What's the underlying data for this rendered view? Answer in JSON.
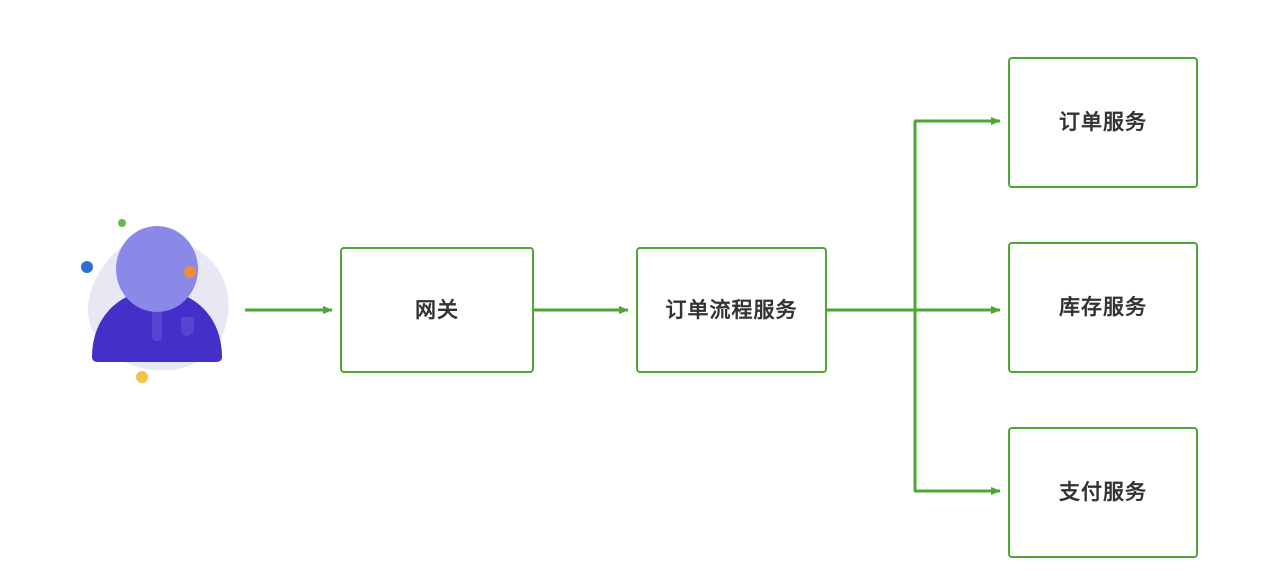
{
  "diagram": {
    "title": "",
    "type": "flowchart",
    "orientation": "left-to-right",
    "colors": {
      "edge": "#4ca832",
      "node_border": "#4ca832",
      "node_fill": "#ffffff",
      "label_text": "#333333",
      "background": "#ffffff",
      "avatar_body": "#4431c8",
      "avatar_head": "#8a89e8",
      "avatar_blob": "#e6e5f5",
      "dot_green": "#64b949",
      "dot_blue": "#2f6fd0",
      "dot_orange": "#f08a3c",
      "dot_yellow": "#f5c244"
    },
    "actor": {
      "name": "user-avatar",
      "label": ""
    },
    "nodes": [
      {
        "id": "gateway",
        "label": "网关"
      },
      {
        "id": "order_flow",
        "label": "订单流程服务"
      },
      {
        "id": "order",
        "label": "订单服务"
      },
      {
        "id": "inventory",
        "label": "库存服务"
      },
      {
        "id": "payment",
        "label": "支付服务"
      }
    ],
    "edges": [
      {
        "from": "user",
        "to": "gateway",
        "label": "",
        "arrow": "true"
      },
      {
        "from": "gateway",
        "to": "order_flow",
        "label": "",
        "arrow": "true"
      },
      {
        "from": "order_flow",
        "to": "order",
        "label": "",
        "arrow": "true"
      },
      {
        "from": "order_flow",
        "to": "inventory",
        "label": "",
        "arrow": "true"
      },
      {
        "from": "order_flow",
        "to": "payment",
        "label": "",
        "arrow": "true"
      }
    ]
  }
}
